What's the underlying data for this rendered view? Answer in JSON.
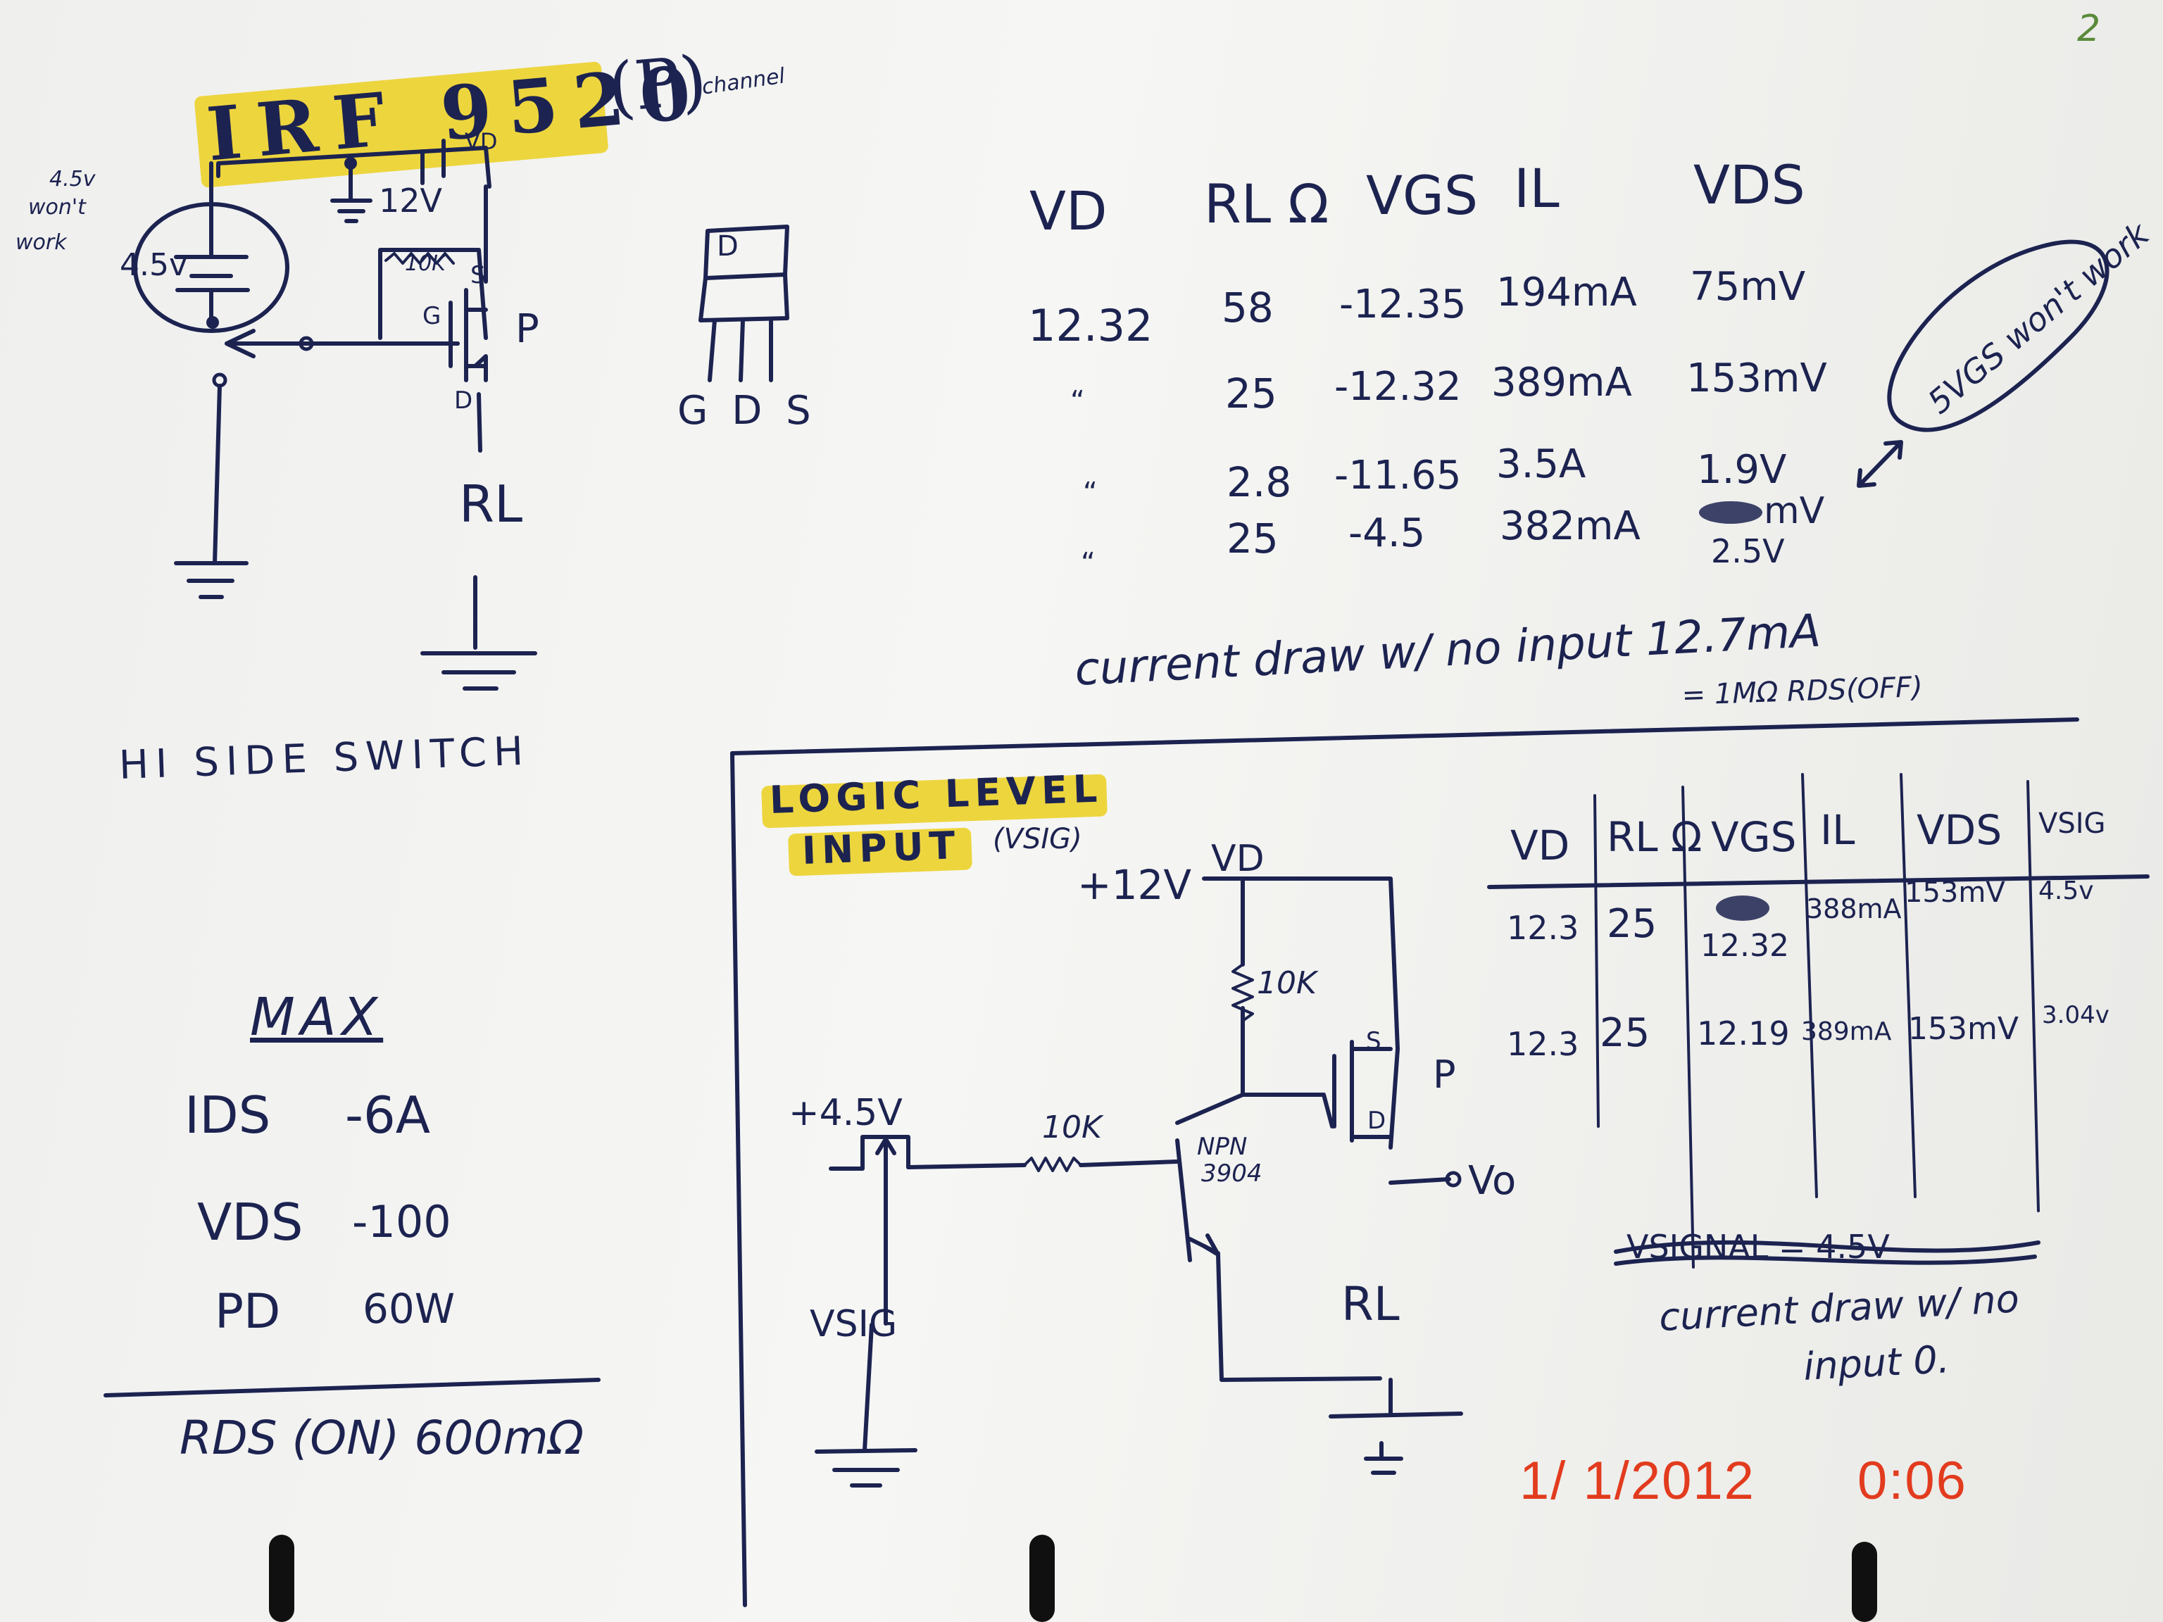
{
  "title": {
    "part": "IRF 9520",
    "channel_letter": "(P)",
    "channel_word": "channel"
  },
  "hi_side": {
    "note_45v": [
      "4.5v",
      "won't",
      "work"
    ],
    "battery_45": "4.5v",
    "battery_12": "12V",
    "vd_label": "VD",
    "resistor": "10K",
    "pins": {
      "s": "S",
      "g": "G",
      "d": "D"
    },
    "p_label": "P",
    "rl_label": "RL",
    "caption": "HI SIDE SWITCH"
  },
  "package": {
    "top": "D",
    "pins": "G D S"
  },
  "table1": {
    "headers": [
      "VD",
      "RL Ω",
      "VGS",
      "IL",
      "VDS"
    ],
    "rows": [
      [
        "12.32",
        "58",
        "-12.35",
        "194mA",
        "75mV"
      ],
      [
        "“",
        "25",
        "-12.32",
        "389mA",
        "153mV"
      ],
      [
        "“",
        "2.8",
        "-11.65",
        "3.5A",
        "1.9V"
      ],
      [
        "“",
        "25",
        "-4.5",
        "382mA",
        "2.5V"
      ]
    ],
    "row4_vds_struck": "mV",
    "oval_note": "5VGS won't work",
    "current_draw": "current draw w/ no input 12.7mA",
    "current_draw_sub": "= 1MΩ  RDS(OFF)"
  },
  "max": {
    "heading": "MAX",
    "rows": [
      {
        "label": "IDS",
        "value": "-6A"
      },
      {
        "label": "VDS",
        "value": "-100"
      },
      {
        "label": "PD",
        "value": "60W"
      }
    ],
    "rds_on": "RDS (ON)  600mΩ"
  },
  "logic": {
    "heading1": "LOGIC LEVEL",
    "heading2": "INPUT",
    "vsig_paren": "(VSIG)",
    "supply": "+12V",
    "vd": "VD",
    "r_top": "10K",
    "s": "S",
    "p": "P",
    "d": "D",
    "input_v": "+4.5V",
    "r_base": "10K",
    "npn": "NPN",
    "npn_num": "3904",
    "vo": "Vo",
    "rl": "RL",
    "vsig": "VSIG"
  },
  "table2": {
    "headers": [
      "VD",
      "RL Ω",
      "VGS",
      "IL",
      "VDS",
      "VSIG"
    ],
    "rows": [
      [
        "12.3",
        "25",
        "12.32",
        "388mA",
        "153mV",
        "4.5v"
      ],
      [
        "12.3",
        "25",
        "12.19",
        "389mA",
        "153mV",
        "3.04v"
      ]
    ],
    "struck": "VSIGNAL = 4.5V",
    "current_draw": "current draw w/ no",
    "current_draw2": "input 0."
  },
  "page_mark": "2",
  "timestamp": {
    "date": "1/ 1/2012",
    "time": "0:06"
  }
}
